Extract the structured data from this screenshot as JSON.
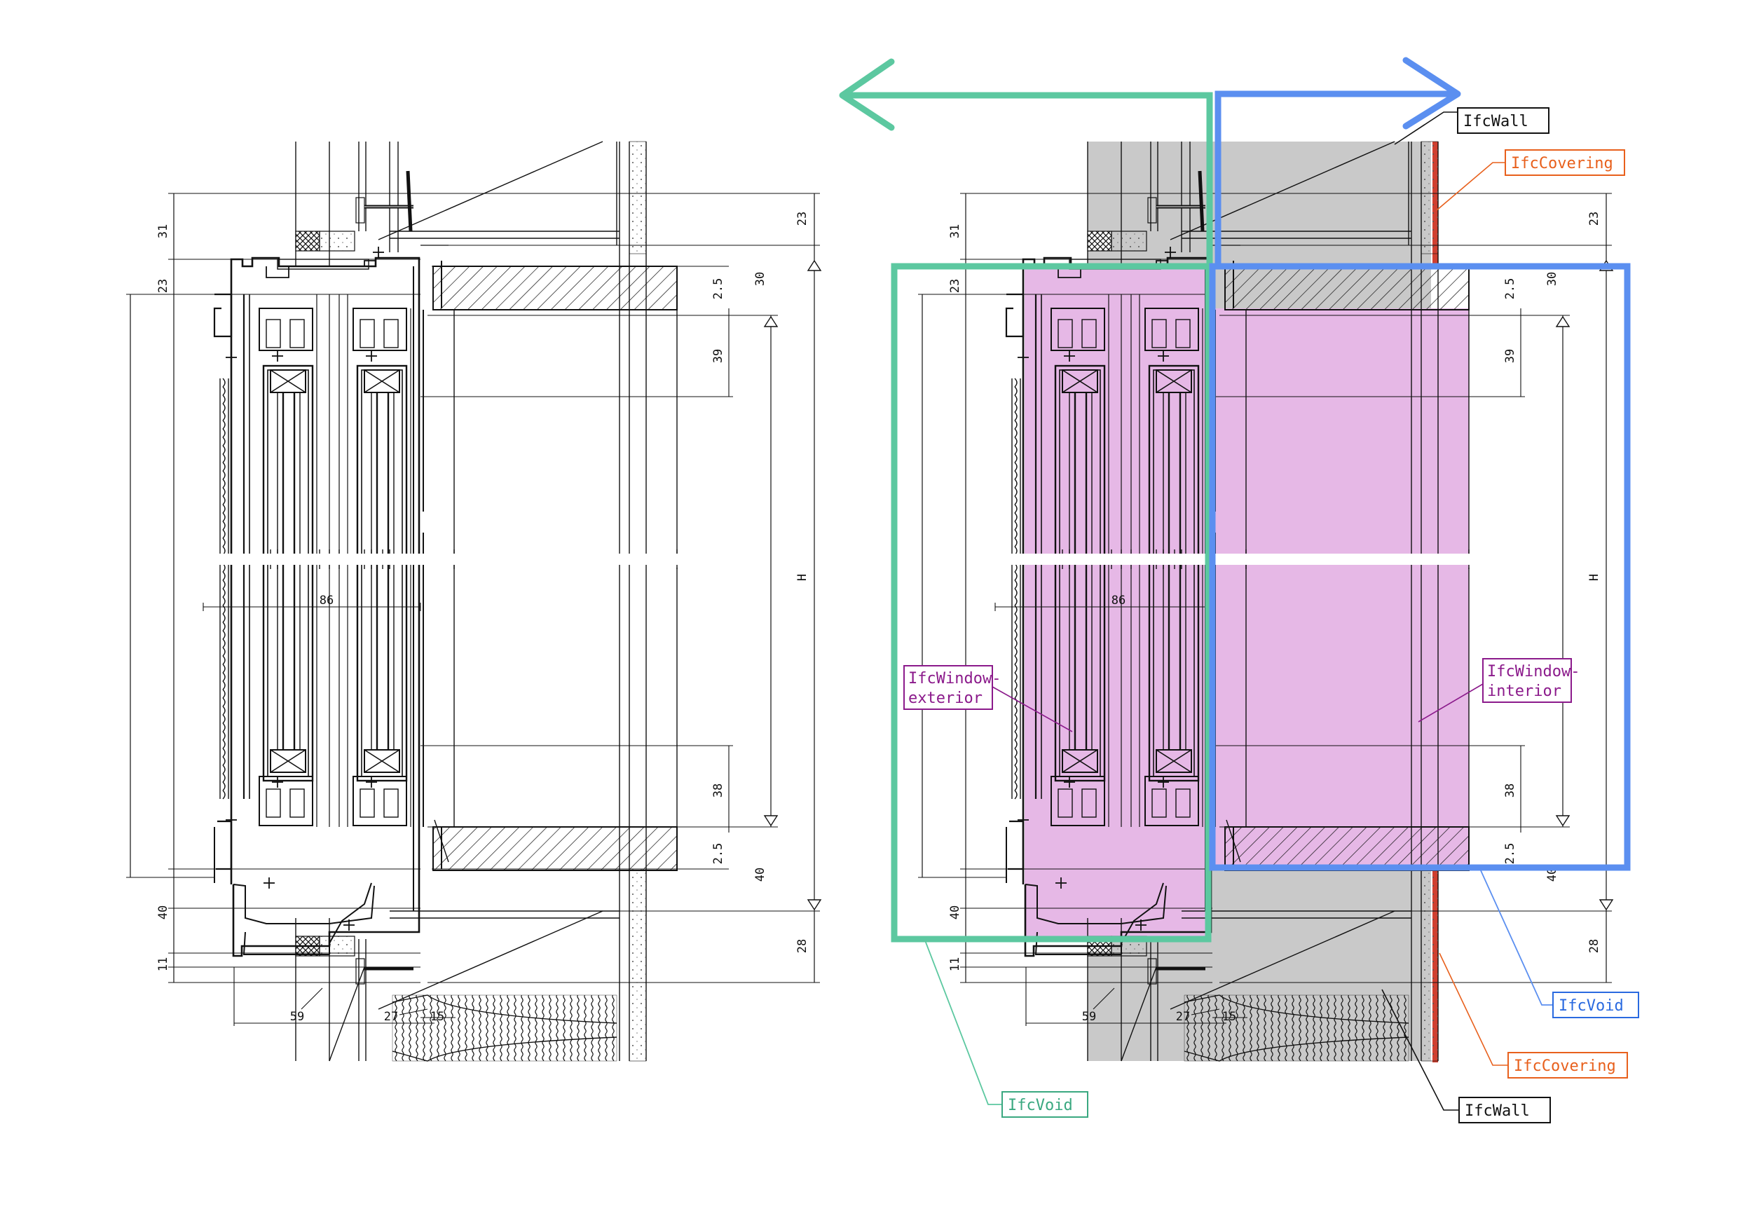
{
  "drawing": {
    "dimensions": {
      "left": {
        "d31": "31",
        "d23a": "23",
        "d23b": "23",
        "d30": "30",
        "d2_5a": "2.5",
        "d39": "39",
        "dH": "H",
        "d86": "86",
        "d38": "38",
        "d2_5b": "2.5",
        "d40a": "40",
        "d40b": "40",
        "d28": "28",
        "d11": "11",
        "d59": "59",
        "d27": "27",
        "d15": "15"
      },
      "right": {
        "d31": "31",
        "d23a": "23",
        "d23b": "23",
        "d30": "30",
        "d2_5a": "2.5",
        "d39": "39",
        "dH": "H",
        "d86": "86",
        "d38": "38",
        "d2_5b": "2.5",
        "d40a": "40",
        "d40b": "40",
        "d28": "28",
        "d11": "11",
        "d59": "59",
        "d27": "27",
        "d15": "15"
      }
    },
    "labels": {
      "wall_top": "IfcWall",
      "covering_top": "IfcCovering",
      "window_exterior_1": "IfcWindow-",
      "window_exterior_2": "exterior",
      "window_interior_1": "IfcWindow-",
      "window_interior_2": "interior",
      "void_interior": "IfcVoid",
      "covering_bottom": "IfcCovering",
      "wall_bottom": "IfcWall",
      "void_exterior": "IfcVoid"
    },
    "colors": {
      "wall_fill": "#c9c9c9",
      "window_fill": "#e6b8e6",
      "exterior_void": "#5cc8a0",
      "interior_void": "#5b8ff0",
      "covering": "#e8601c",
      "covering_strip": "#d04030",
      "window_label": "#8b1a8b",
      "line": "#111111"
    }
  }
}
